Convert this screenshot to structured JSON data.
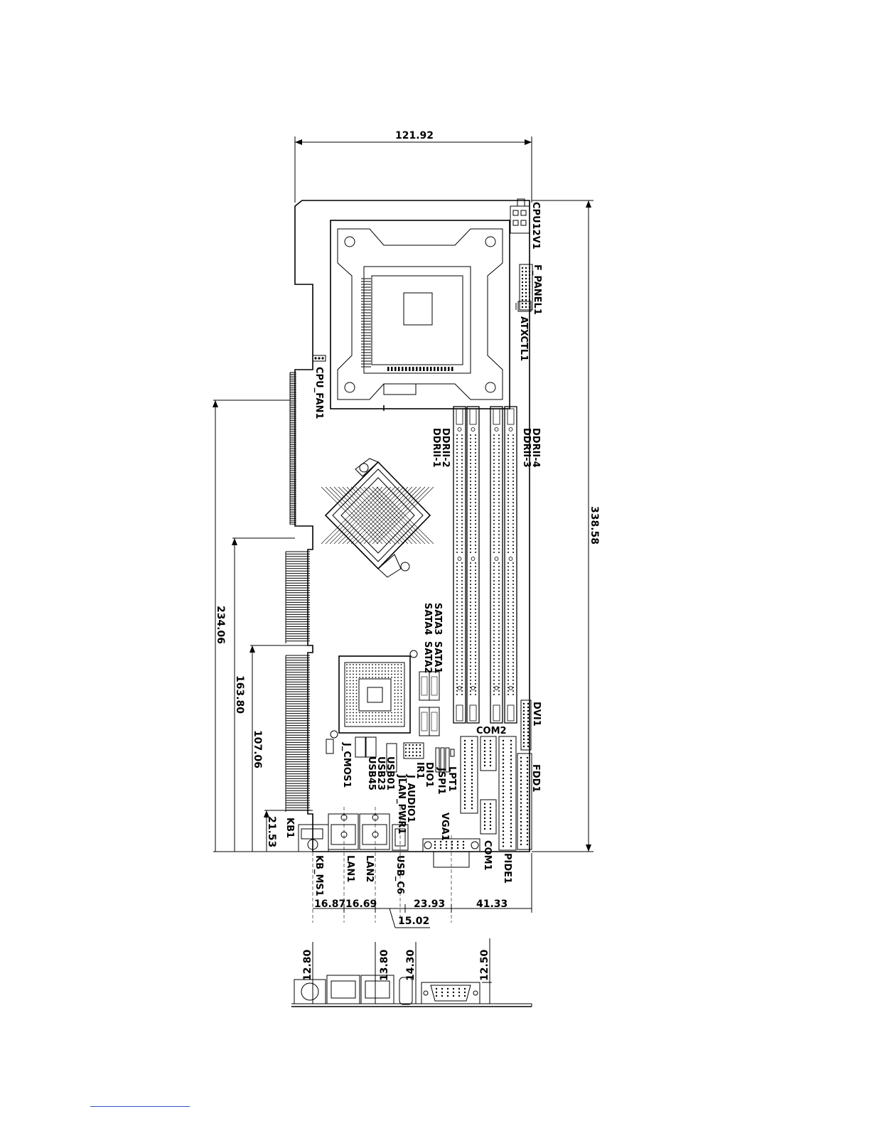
{
  "dimensions": {
    "board_width": "121.92",
    "board_length": "338.58",
    "d_234": "234.06",
    "d_163": "163.80",
    "d_107": "107.06",
    "d_21": "21.53",
    "d_16_87": "16.87",
    "d_16_69": "16.69",
    "d_23_93": "23.93",
    "d_41_33": "41.33",
    "d_15_02": "15.02",
    "h_12_80": "12.80",
    "h_13_80": "13.80",
    "h_14_30": "14.30",
    "h_12_50": "12.50"
  },
  "labels": {
    "cpu12v1": "CPU12V1",
    "f_panel1": "F_PANEL1",
    "atxctl1": "ATXCTL1",
    "cpu_fan1": "CPU_FAN1",
    "ddr2_2": "DDRII-2",
    "ddr2_1": "DDRII-1",
    "ddr2_4": "DDRII-4",
    "ddr2_3": "DDRII-3",
    "sata3": "SATA3",
    "sata1": "SATA1",
    "sata4": "SATA4",
    "sata2": "SATA2",
    "dvi1": "DVI1",
    "com2": "COM2",
    "fdd1": "FDD1",
    "lpt1": "LPT1",
    "jspi1": "JSPI1",
    "dio1": "DIO1",
    "ir1": "IR1",
    "j_audio1": "J_AUDIO1",
    "jlan_pwr1": "JLAN_PWR1",
    "usb01": "USB01",
    "usb23": "USB23",
    "usb45": "USB45",
    "j_cmos1": "J_CMOS1",
    "vga1": "VGA1",
    "com1": "COM1",
    "pide1": "PIDE1",
    "kb1": "KB1",
    "kb_ms1": "KB_MS1",
    "lan1": "LAN1",
    "lan2": "LAN2",
    "usb_c6": "USB_C6"
  }
}
